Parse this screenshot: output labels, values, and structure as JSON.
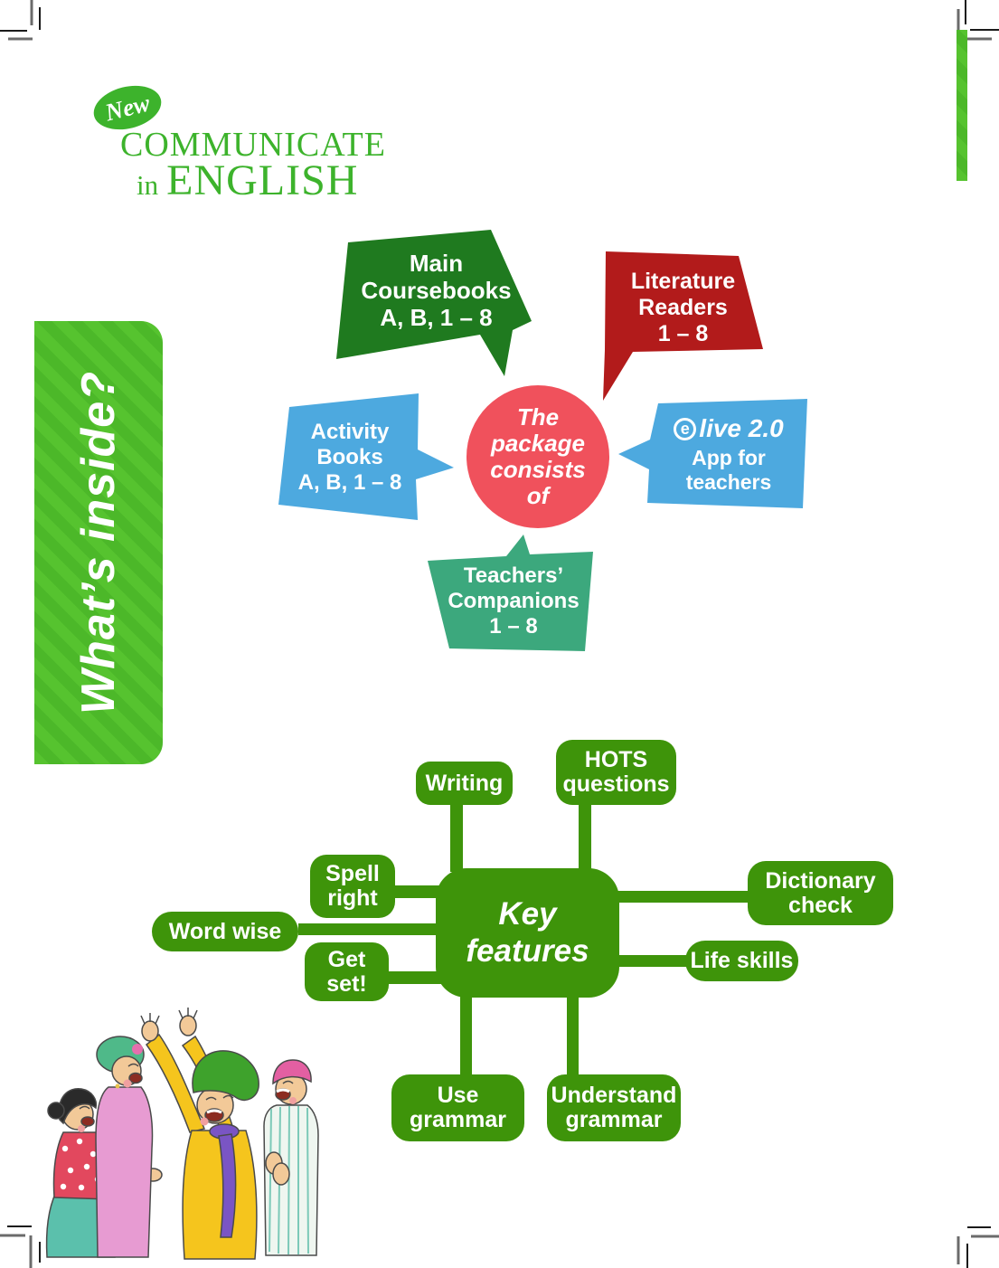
{
  "logo": {
    "badge": "New",
    "name_line1": "COMMUNICATE",
    "name_line2_prefix": "in",
    "name_line2": "ENGLISH"
  },
  "sidebar": {
    "label": "What’s inside?"
  },
  "package": {
    "center_lines": [
      "The",
      "package",
      "consists",
      "of"
    ],
    "main_coursebooks": [
      "Main",
      "Coursebooks",
      "A, B, 1 – 8"
    ],
    "literature_readers": [
      "Literature",
      "Readers",
      "1 – 8"
    ],
    "activity_books": [
      "Activity",
      "Books",
      "A, B, 1 – 8"
    ],
    "elive": {
      "logo_e": "e",
      "logo_rest": "live 2.0",
      "lines": [
        "App for",
        "teachers"
      ]
    },
    "teachers_companions": [
      "Teachers’",
      "Companions",
      "1 – 8"
    ]
  },
  "key_features": {
    "center": [
      "Key",
      "features"
    ],
    "writing": "Writing",
    "hots": [
      "HOTS",
      "questions"
    ],
    "spell": [
      "Spell",
      "right"
    ],
    "word_wise": "Word wise",
    "get_set": [
      "Get",
      "set!"
    ],
    "dictionary": [
      "Dictionary",
      "check"
    ],
    "life_skills": "Life skills",
    "use_grammar": [
      "Use",
      "grammar"
    ],
    "understand_grammar": [
      "Understand",
      "grammar"
    ]
  },
  "colors": {
    "logo_green": "#3db32c",
    "stripe_green": "#56c32f",
    "bubble_dark_green": "#1f7a1f",
    "bubble_red": "#b21b1b",
    "bubble_blue": "#4da9df",
    "bubble_teal": "#3ca87d",
    "center_coral": "#f0515c",
    "feature_green": "#3e940a"
  }
}
